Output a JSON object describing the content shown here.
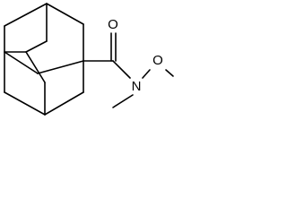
{
  "molecule": {
    "atoms": {
      "oxygen_carbonyl": "O",
      "nitrogen": "N",
      "oxygen_methoxy": "O"
    }
  }
}
